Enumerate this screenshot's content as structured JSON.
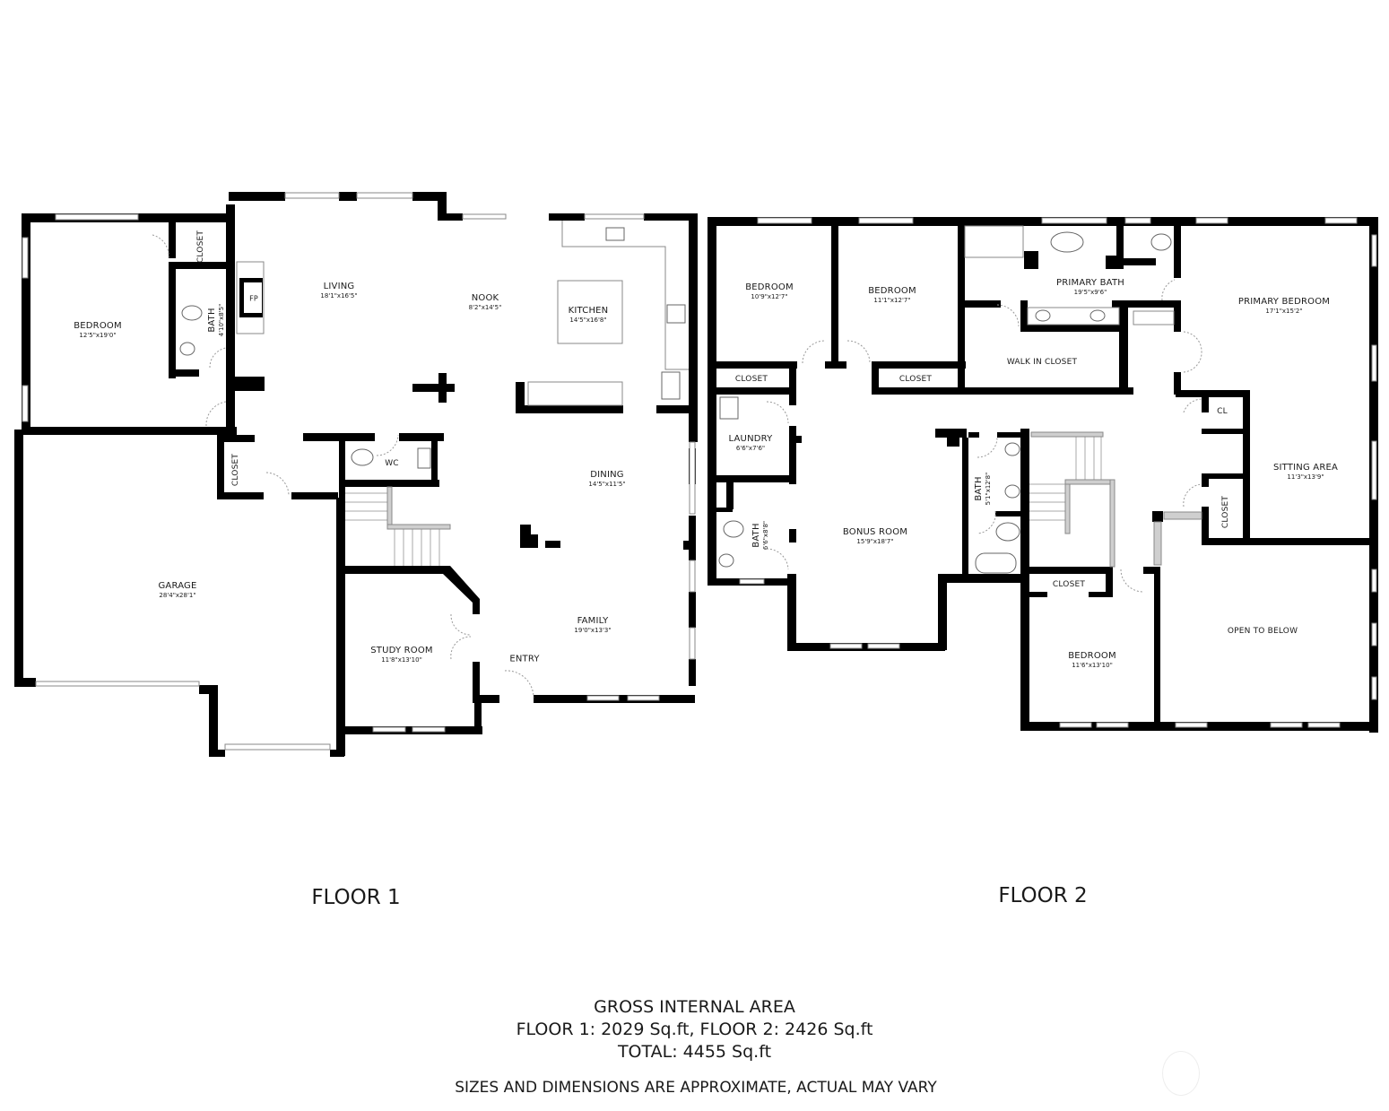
{
  "floors": [
    {
      "title": "FLOOR 1",
      "rooms": [
        {
          "name": "BEDROOM",
          "dims": "12'5\"x19'0\""
        },
        {
          "name": "CLOSET",
          "dims": ""
        },
        {
          "name": "BATH",
          "dims": "4'10\"x8'5\""
        },
        {
          "name": "FP",
          "dims": ""
        },
        {
          "name": "LIVING",
          "dims": "18'1\"x16'5\""
        },
        {
          "name": "NOOK",
          "dims": "8'2\"x14'5\""
        },
        {
          "name": "KITCHEN",
          "dims": "14'5\"x16'8\""
        },
        {
          "name": "WC",
          "dims": ""
        },
        {
          "name": "CLOSET",
          "dims": ""
        },
        {
          "name": "GARAGE",
          "dims": "28'4\"x28'1\""
        },
        {
          "name": "DINING",
          "dims": "14'5\"x11'5\""
        },
        {
          "name": "FAMILY",
          "dims": "19'0\"x13'3\""
        },
        {
          "name": "STUDY ROOM",
          "dims": "11'8\"x13'10\""
        },
        {
          "name": "ENTRY",
          "dims": ""
        }
      ]
    },
    {
      "title": "FLOOR 2",
      "rooms": [
        {
          "name": "BEDROOM",
          "dims": "10'9\"x12'7\""
        },
        {
          "name": "BEDROOM",
          "dims": "11'1\"x12'7\""
        },
        {
          "name": "CLOSET",
          "dims": ""
        },
        {
          "name": "CLOSET",
          "dims": ""
        },
        {
          "name": "PRIMARY BATH",
          "dims": "19'5\"x9'6\""
        },
        {
          "name": "WALK IN CLOSET",
          "dims": ""
        },
        {
          "name": "PRIMARY BEDROOM",
          "dims": "17'1\"x15'2\""
        },
        {
          "name": "CL",
          "dims": ""
        },
        {
          "name": "SITTING AREA",
          "dims": "11'3\"x13'9\""
        },
        {
          "name": "CLOSET",
          "dims": ""
        },
        {
          "name": "LAUNDRY",
          "dims": "6'6\"x7'6\""
        },
        {
          "name": "BATH",
          "dims": "6'6\"x8'8\""
        },
        {
          "name": "BONUS ROOM",
          "dims": "15'9\"x18'7\""
        },
        {
          "name": "BATH",
          "dims": "5'1\"x12'8\""
        },
        {
          "name": "CLOSET",
          "dims": ""
        },
        {
          "name": "BEDROOM",
          "dims": "11'6\"x13'10\""
        },
        {
          "name": "OPEN TO BELOW",
          "dims": ""
        }
      ]
    }
  ],
  "summary": {
    "heading": "GROSS INTERNAL AREA",
    "floors_line": "FLOOR 1: 2029 Sq.ft, FLOOR 2: 2426 Sq.ft",
    "total_line": "TOTAL: 4455 Sq.ft",
    "disclaimer": "SIZES AND DIMENSIONS ARE APPROXIMATE, ACTUAL MAY VARY"
  }
}
